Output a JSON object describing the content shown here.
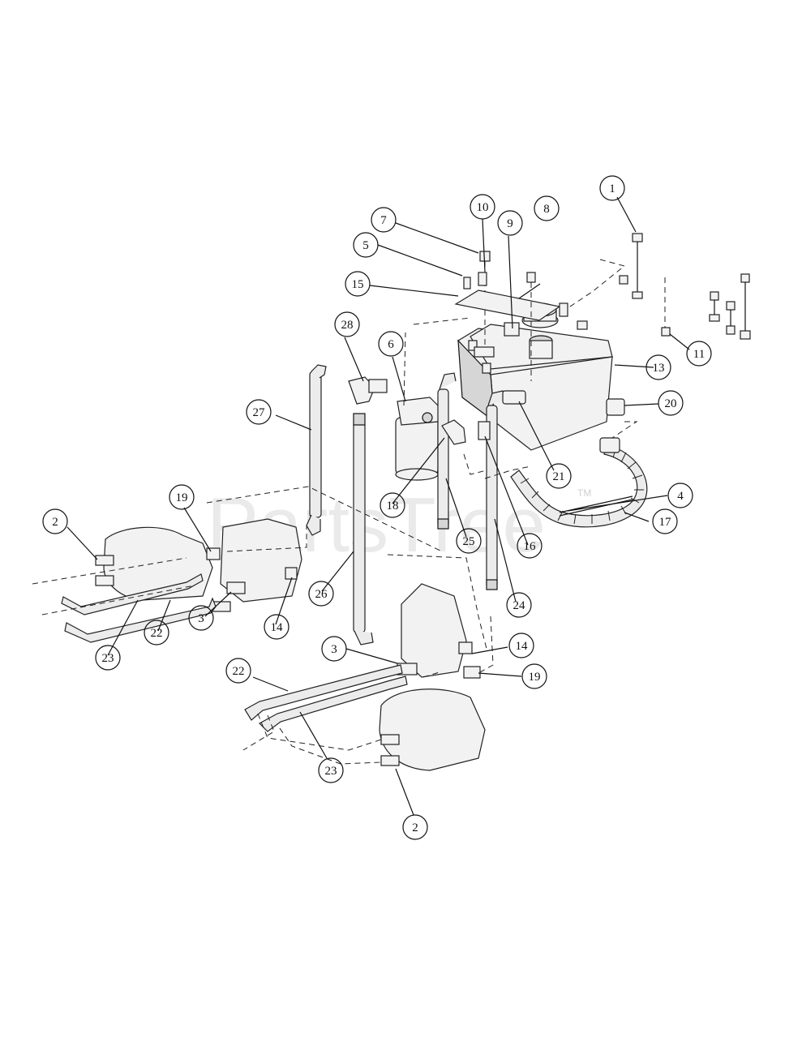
{
  "watermark": {
    "text": "PartsTree",
    "tm": "TM"
  },
  "callouts": [
    "1",
    "2",
    "3",
    "4",
    "5",
    "6",
    "7",
    "8",
    "9",
    "10",
    "11",
    "13",
    "14",
    "15",
    "16",
    "17",
    "18",
    "19",
    "20",
    "21",
    "22",
    "23",
    "24",
    "25",
    "26",
    "27",
    "28"
  ]
}
